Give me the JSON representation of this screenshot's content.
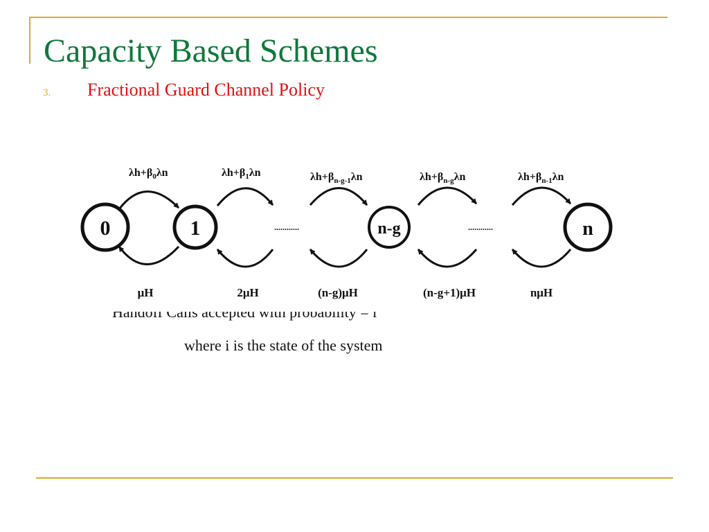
{
  "slide": {
    "title": "Capacity Based Schemes",
    "list_item": {
      "number": "3.",
      "text": "Fractional Guard Channel Policy"
    },
    "caption_line_1": "Handoff Calls accepted with probability = i",
    "caption_line_2": "where i is the state of the system"
  },
  "diagram": {
    "states": [
      "0",
      "1",
      "n-g",
      "n"
    ],
    "dots": "............",
    "arrivals": [
      "λh+β",
      "λh+β",
      "λh+β",
      "λh+β",
      "λh+β"
    ],
    "arrival_subscripts": [
      "0",
      "1",
      "n-g-1",
      "n-g",
      "n-1"
    ],
    "arrival_suffix": "λn",
    "departures": [
      "μH",
      "2μH",
      "(n-g)μH",
      "(n-g+1)μH",
      "nμH"
    ]
  },
  "colors": {
    "title": "#11773b",
    "list_number": "#e0a92a",
    "list_text": "#e01010",
    "rules": "#e0a92a"
  }
}
